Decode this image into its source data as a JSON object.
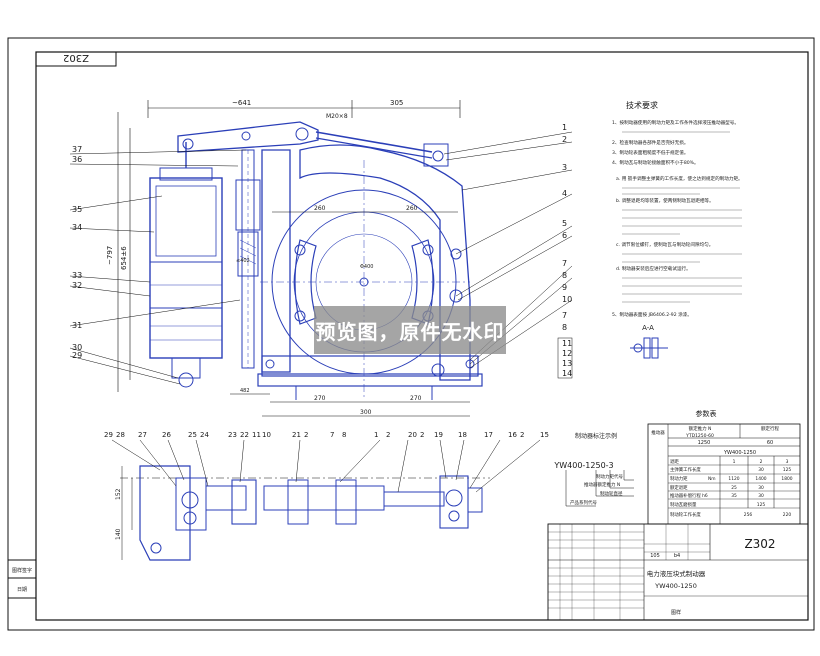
{
  "drawing_code_top": "Z302",
  "drawing_code_titleblock": "Z302",
  "watermark": "预览图，原件无水印",
  "tech_requirements": {
    "title": "技术要求",
    "lines": [
      "1、按制动器使用的制动力矩及工作条件选择液压推动器型号。",
      "2、检查制动器各部件是否完好无损。",
      "3、制动轮表面粗糙度不低于规定值。",
      "4、制动瓦与制动轮接触面积不小于80%。",
      "a. 用 扳手调整主弹簧的工作长度，使之达到规定的制动力矩。",
      "b. 调整退距均等装置，使两侧制动瓦退距相等。",
      "c. 调节限位螺钉，使制动瓦与制动轮间隙均匀。",
      "d. 制动器安装后应进行空载试运行。",
      "5、制动器表面按 JB6406.2-92 涂漆。"
    ],
    "a_a": "A-A"
  },
  "params_table": {
    "title": "参数表",
    "header_left": "推动器",
    "header_mid1": "额定推力 N",
    "header_mid2": "额定行程",
    "model": "YTD1250-60",
    "push": "1250",
    "stroke": "60",
    "brake_model": "YW400-1250",
    "rows": [
      {
        "label": "制动力矩",
        "unit": "Nm",
        "v1": "1120",
        "v2": "1400",
        "v3": "1800"
      },
      {
        "label": "退距",
        "unit": "",
        "v1": "1",
        "v2": "2",
        "v3": "3"
      },
      {
        "label": "主弹簧工作长度",
        "unit": "",
        "v1": "",
        "v2": "30",
        "v3": "125"
      },
      {
        "label": "额定退距",
        "unit": "",
        "v1": "25",
        "v2": "30",
        "v3": ""
      },
      {
        "label": "推动器补偿行程 h6",
        "unit": "",
        "v1": "35",
        "v2": "30",
        "v3": ""
      },
      {
        "label": "制动瓦磨损量",
        "unit": "",
        "v1": "",
        "v2": "125",
        "v3": ""
      },
      {
        "label": "制动轮工作长度",
        "unit": "",
        "v1": "256",
        "v2": "220",
        "v3": ""
      }
    ]
  },
  "model_note": {
    "title": "制动器标注示例",
    "code": "YW400-1250-3",
    "labels": [
      "制动力矩代号",
      "推动器额定推力 N",
      "制动轮直径",
      "产品系列代号"
    ]
  },
  "title_block": {
    "name_line1": "电力液压块式制动器",
    "name_line2": "YW400-1250",
    "scale": "105",
    "sheet": "b4",
    "footer": "图样"
  },
  "side_labels": [
    "图样签字",
    "日期"
  ],
  "callouts_left": [
    "37",
    "36",
    "35",
    "34",
    "33",
    "32",
    "31",
    "30",
    "29"
  ],
  "callouts_right": [
    "1",
    "2",
    "3",
    "4",
    "5",
    "6",
    "7",
    "8",
    "9",
    "10",
    "7",
    "8",
    "11",
    "12",
    "13",
    "14"
  ],
  "callouts_bottom": [
    "29",
    "28",
    "27",
    "26",
    "25",
    "24",
    "23",
    "22",
    "11",
    "10",
    "21",
    "2",
    "7",
    "8",
    "1",
    "2",
    "20",
    "2",
    "19",
    "18",
    "17",
    "16",
    "2",
    "15"
  ],
  "dims": {
    "d641": "~641",
    "d305": "305",
    "d797": "~797",
    "d6546": "654±6",
    "d260a": "260",
    "d260b": "260",
    "d400": "Φ400",
    "d270a": "270",
    "d270b": "270",
    "d300": "300",
    "d482": "482",
    "d140": "140",
    "d152": "152",
    "dm20": "M20×8"
  }
}
